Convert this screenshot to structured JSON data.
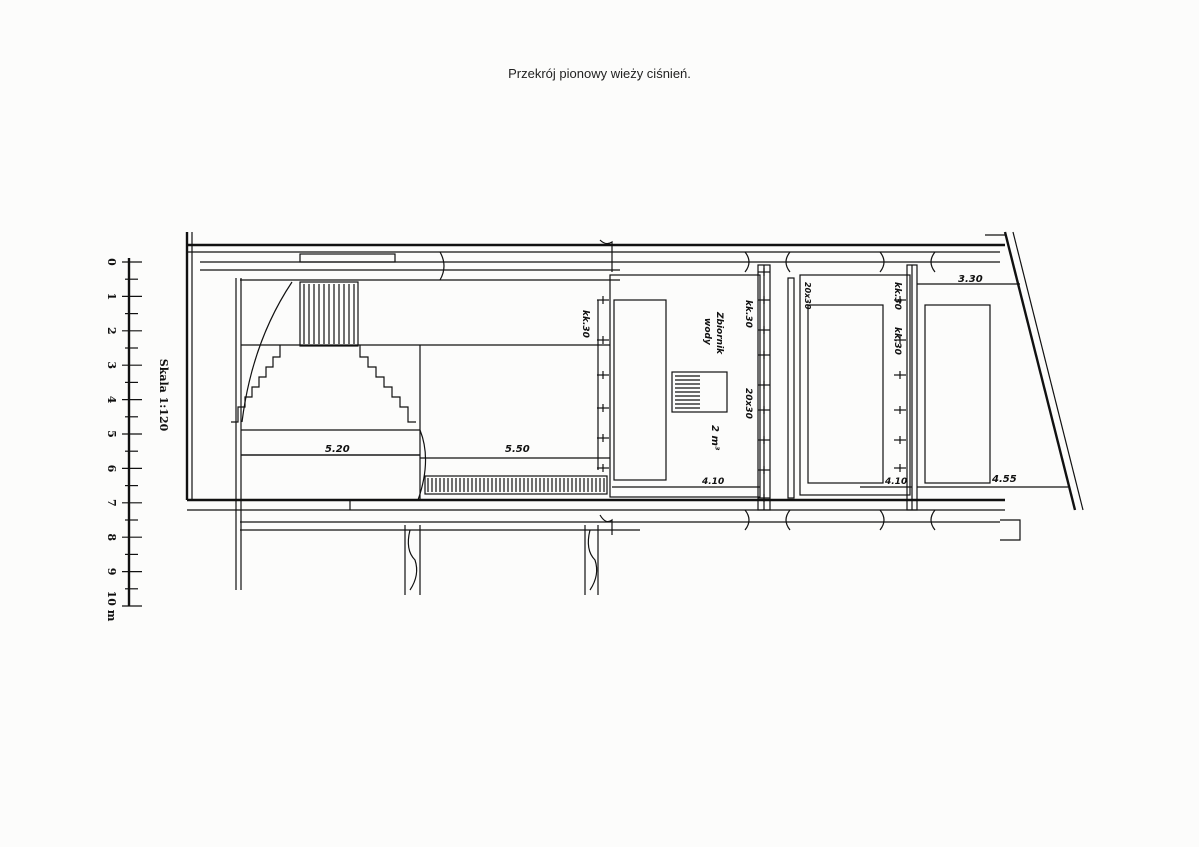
{
  "caption": "Przekrój pionowy wieży ciśnień.",
  "scale": {
    "label": "Skala 1:120",
    "ticks": [
      "0",
      "1",
      "2",
      "3",
      "4",
      "5",
      "6",
      "7",
      "8",
      "9",
      "10 m"
    ]
  },
  "dimensions": {
    "d1": "5.20",
    "d2": "5.50",
    "d3": "4.10",
    "d4": "4.10",
    "d5": "4.55",
    "d6": "3.30"
  },
  "labels": {
    "beam1": "kk.30",
    "beam2": "kk.30",
    "beam3": "kk.30",
    "beam4": "kk.30",
    "post1": "20x30",
    "post2": "20x30",
    "tank_line1": "Zbiornik",
    "tank_line2": "wody",
    "tank_volume": "2 m³"
  }
}
